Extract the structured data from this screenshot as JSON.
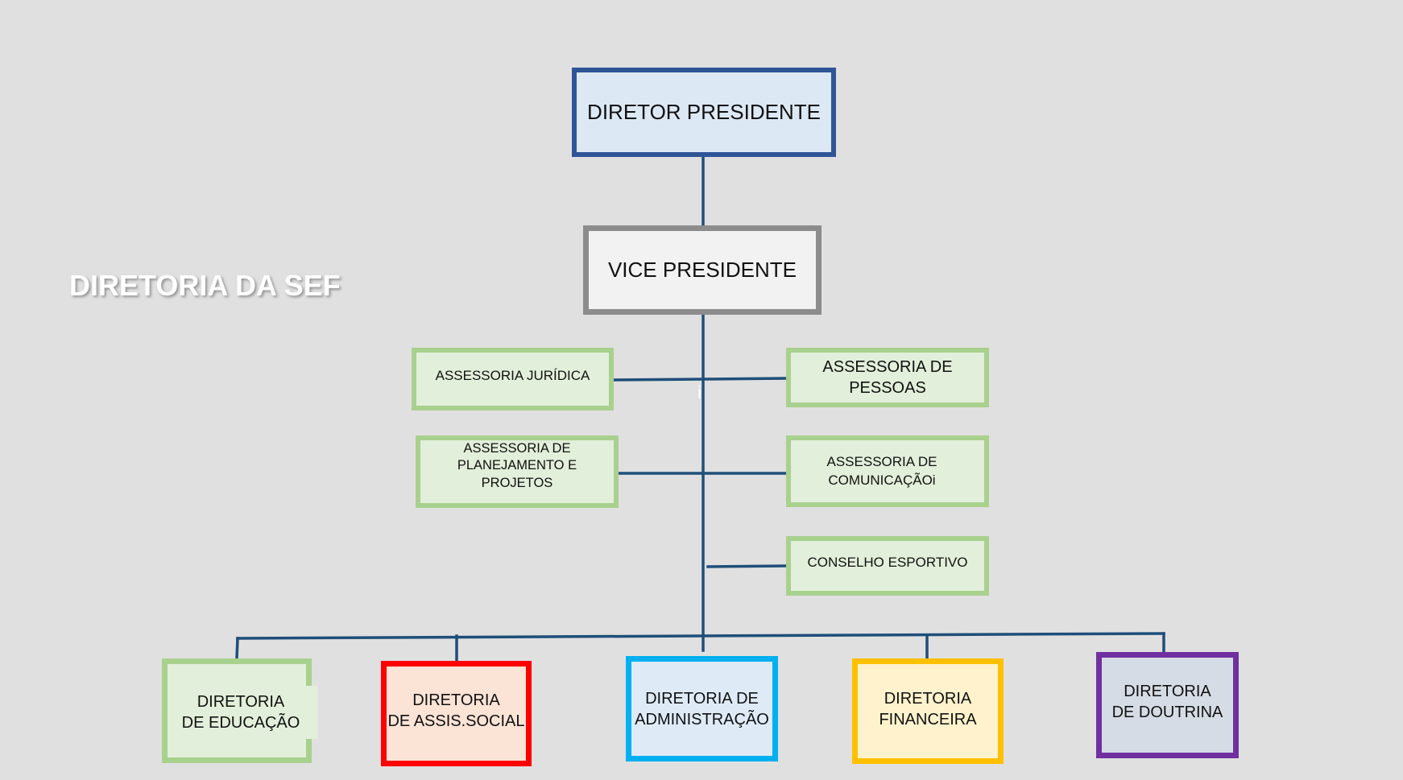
{
  "title": "DIRETORIA DA SEF",
  "colors": {
    "background": "#e0e0e0",
    "connector": "#1f4e79",
    "diretor_border": "#2f5597",
    "vice_border": "#8c8c8c",
    "assessoria_border": "#a9d18e",
    "educacao_border": "#a9d18e",
    "assis_social_border": "#ff0000",
    "administracao_border": "#00b0f0",
    "financeira_border": "#ffc000",
    "doutrina_border": "#7030a0"
  },
  "nodes": {
    "diretor_presidente": "DIRETOR PRESIDENTE",
    "vice_presidente": "VICE PRESIDENTE",
    "assessoria_juridica": "ASSESSORIA JURÍDICA",
    "assessoria_pessoas": "ASSESSORIA DE PESSOAS",
    "assessoria_planejamento": "ASSESSORIA DE\nPLANEJAMENTO E PROJETOS",
    "assessoria_comunicacao": "ASSESSORIA DE\nCOMUNICAÇÃOi",
    "conselho_esportivo": "CONSELHO ESPORTIVO",
    "diretoria_educacao": "DIRETORIA\nDE EDUCAÇÃO",
    "diretoria_assis_social": "DIRETORIA\nDE ASSIS.SOCIAL",
    "diretoria_administracao": "DIRETORIA DE\nADMINISTRAÇÃO",
    "diretoria_financeira": "DIRETORIA\nFINANCEIRA",
    "diretoria_doutrina": "DIRETORIA\nDE DOUTRINA"
  },
  "edges": [
    [
      "diretor_presidente",
      "vice_presidente"
    ],
    [
      "vice_presidente",
      "assessoria_juridica"
    ],
    [
      "vice_presidente",
      "assessoria_pessoas"
    ],
    [
      "vice_presidente",
      "assessoria_planejamento"
    ],
    [
      "vice_presidente",
      "assessoria_comunicacao"
    ],
    [
      "vice_presidente",
      "conselho_esportivo"
    ],
    [
      "vice_presidente",
      "diretoria_educacao"
    ],
    [
      "vice_presidente",
      "diretoria_assis_social"
    ],
    [
      "vice_presidente",
      "diretoria_administracao"
    ],
    [
      "vice_presidente",
      "diretoria_financeira"
    ],
    [
      "vice_presidente",
      "diretoria_doutrina"
    ]
  ]
}
